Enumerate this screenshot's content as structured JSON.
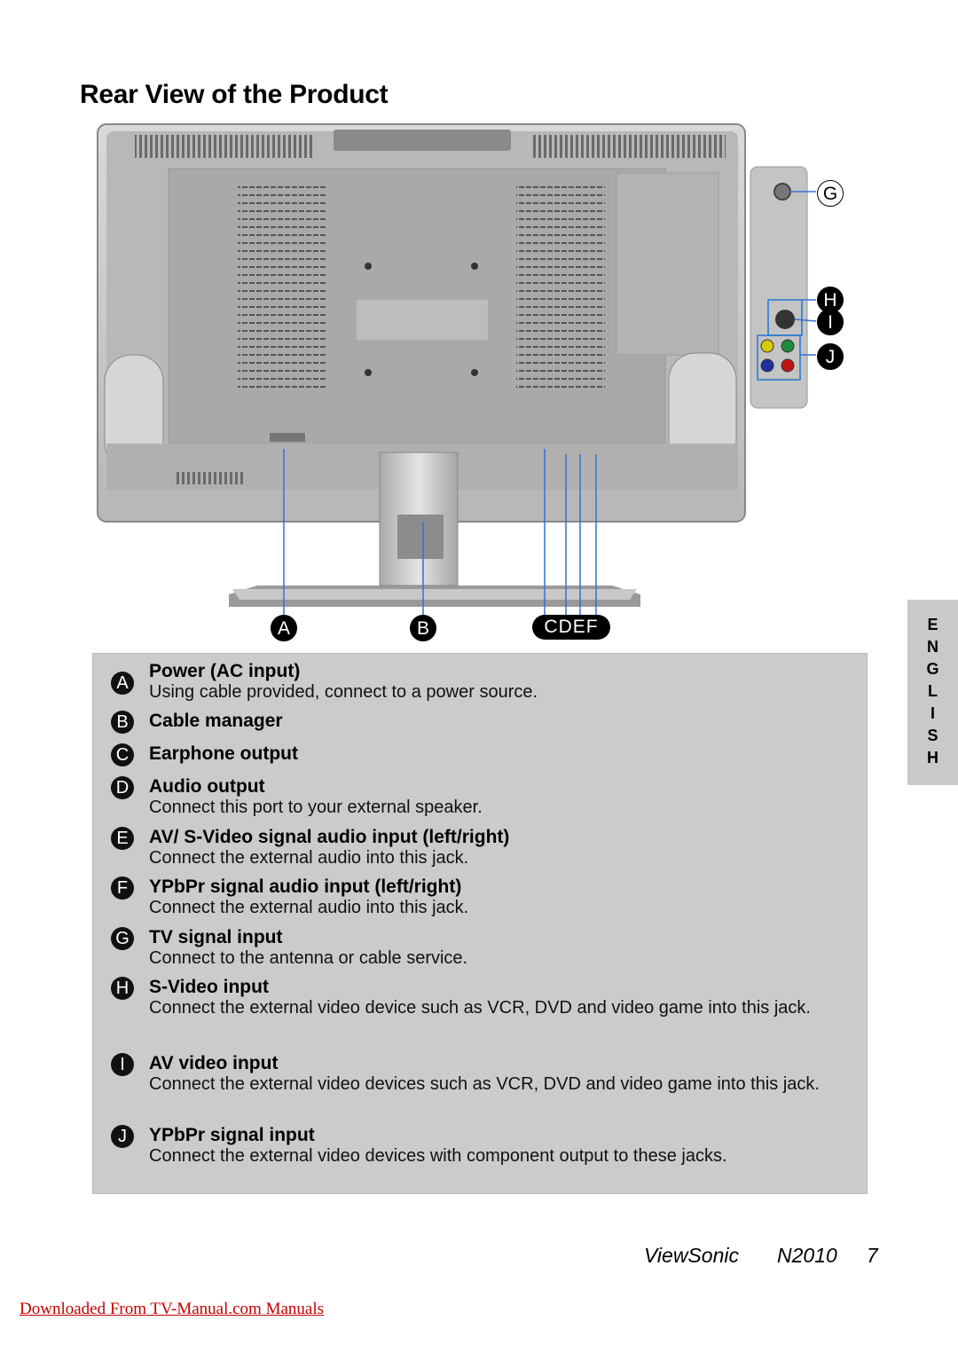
{
  "page": {
    "title": "Rear View of the Product",
    "side_tab_letters": [
      "E",
      "N",
      "G",
      "L",
      "I",
      "S",
      "H"
    ],
    "footer": {
      "brand": "ViewSonic",
      "model": "N2010",
      "page_number": "7"
    },
    "download_link": "Downloaded From TV-Manual.com Manuals"
  },
  "figure": {
    "callouts_bottom": {
      "a": "A",
      "b": "B",
      "group": "CDEF"
    },
    "callouts_side": {
      "g": "G",
      "h": "H",
      "i": "I",
      "j": "J"
    }
  },
  "legend": {
    "items": [
      {
        "letter": "A",
        "title": "Power (AC input)",
        "desc": "Using cable provided, connect to a power source."
      },
      {
        "letter": "B",
        "title": "Cable manager",
        "desc": ""
      },
      {
        "letter": "C",
        "title": "Earphone output",
        "desc": ""
      },
      {
        "letter": "D",
        "title": "Audio output",
        "desc": "Connect this port to your external speaker."
      },
      {
        "letter": "E",
        "title": "AV/ S-Video signal audio input (left/right)",
        "desc": "Connect the external audio into this jack."
      },
      {
        "letter": "F",
        "title": "YPbPr signal audio input (left/right)",
        "desc": "Connect the external audio into this jack."
      },
      {
        "letter": "G",
        "title": "TV signal input",
        "desc": "Connect to the antenna or cable service."
      },
      {
        "letter": "H",
        "title": "S-Video input",
        "desc": "Connect the external video device such as VCR, DVD and video game into this jack."
      },
      {
        "letter": "I",
        "title": "AV video input",
        "desc": "Connect the external video devices such as VCR, DVD and video game into this jack."
      },
      {
        "letter": "J",
        "title": "YPbPr signal input",
        "desc": "Connect the external video devices with component output to these jacks."
      }
    ]
  }
}
